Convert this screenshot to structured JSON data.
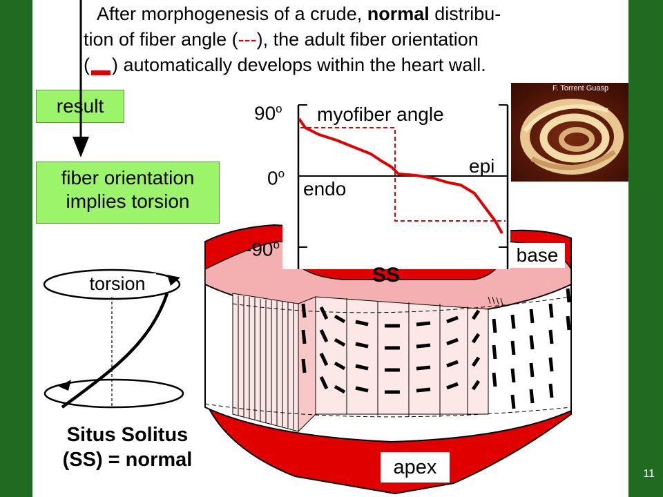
{
  "header": {
    "line1_a": "After morphogenesis of a crude, ",
    "line1_b": "normal",
    "line1_c": "  distribu-",
    "line2_a": "tion of fiber angle (",
    "line2_b": "---",
    "line2_c": "), the adult fiber orientation",
    "line3_a": "(",
    "line3_c": ") automatically develops within the heart wall."
  },
  "boxes": {
    "result": "result",
    "fiber_line1": "fiber orientation",
    "fiber_line2": "implies torsion"
  },
  "torsion_label": "torsion",
  "situs_line1": "Situs Solitus",
  "situs_line2": "(SS) = normal",
  "graph": {
    "title": "myofiber angle",
    "y_top": "90",
    "y_mid": "0",
    "y_bot": "-90",
    "degree_mark": "o",
    "epi": "epi",
    "endo": "endo"
  },
  "heart_labels": {
    "ss": "SS",
    "base": "base",
    "apex": "apex"
  },
  "photo_credit": "F. Torrent Guasp",
  "page_number": "11",
  "colors": {
    "red": "#e00000",
    "green_box": "#9cf46a",
    "background": "#1f6b1f"
  }
}
